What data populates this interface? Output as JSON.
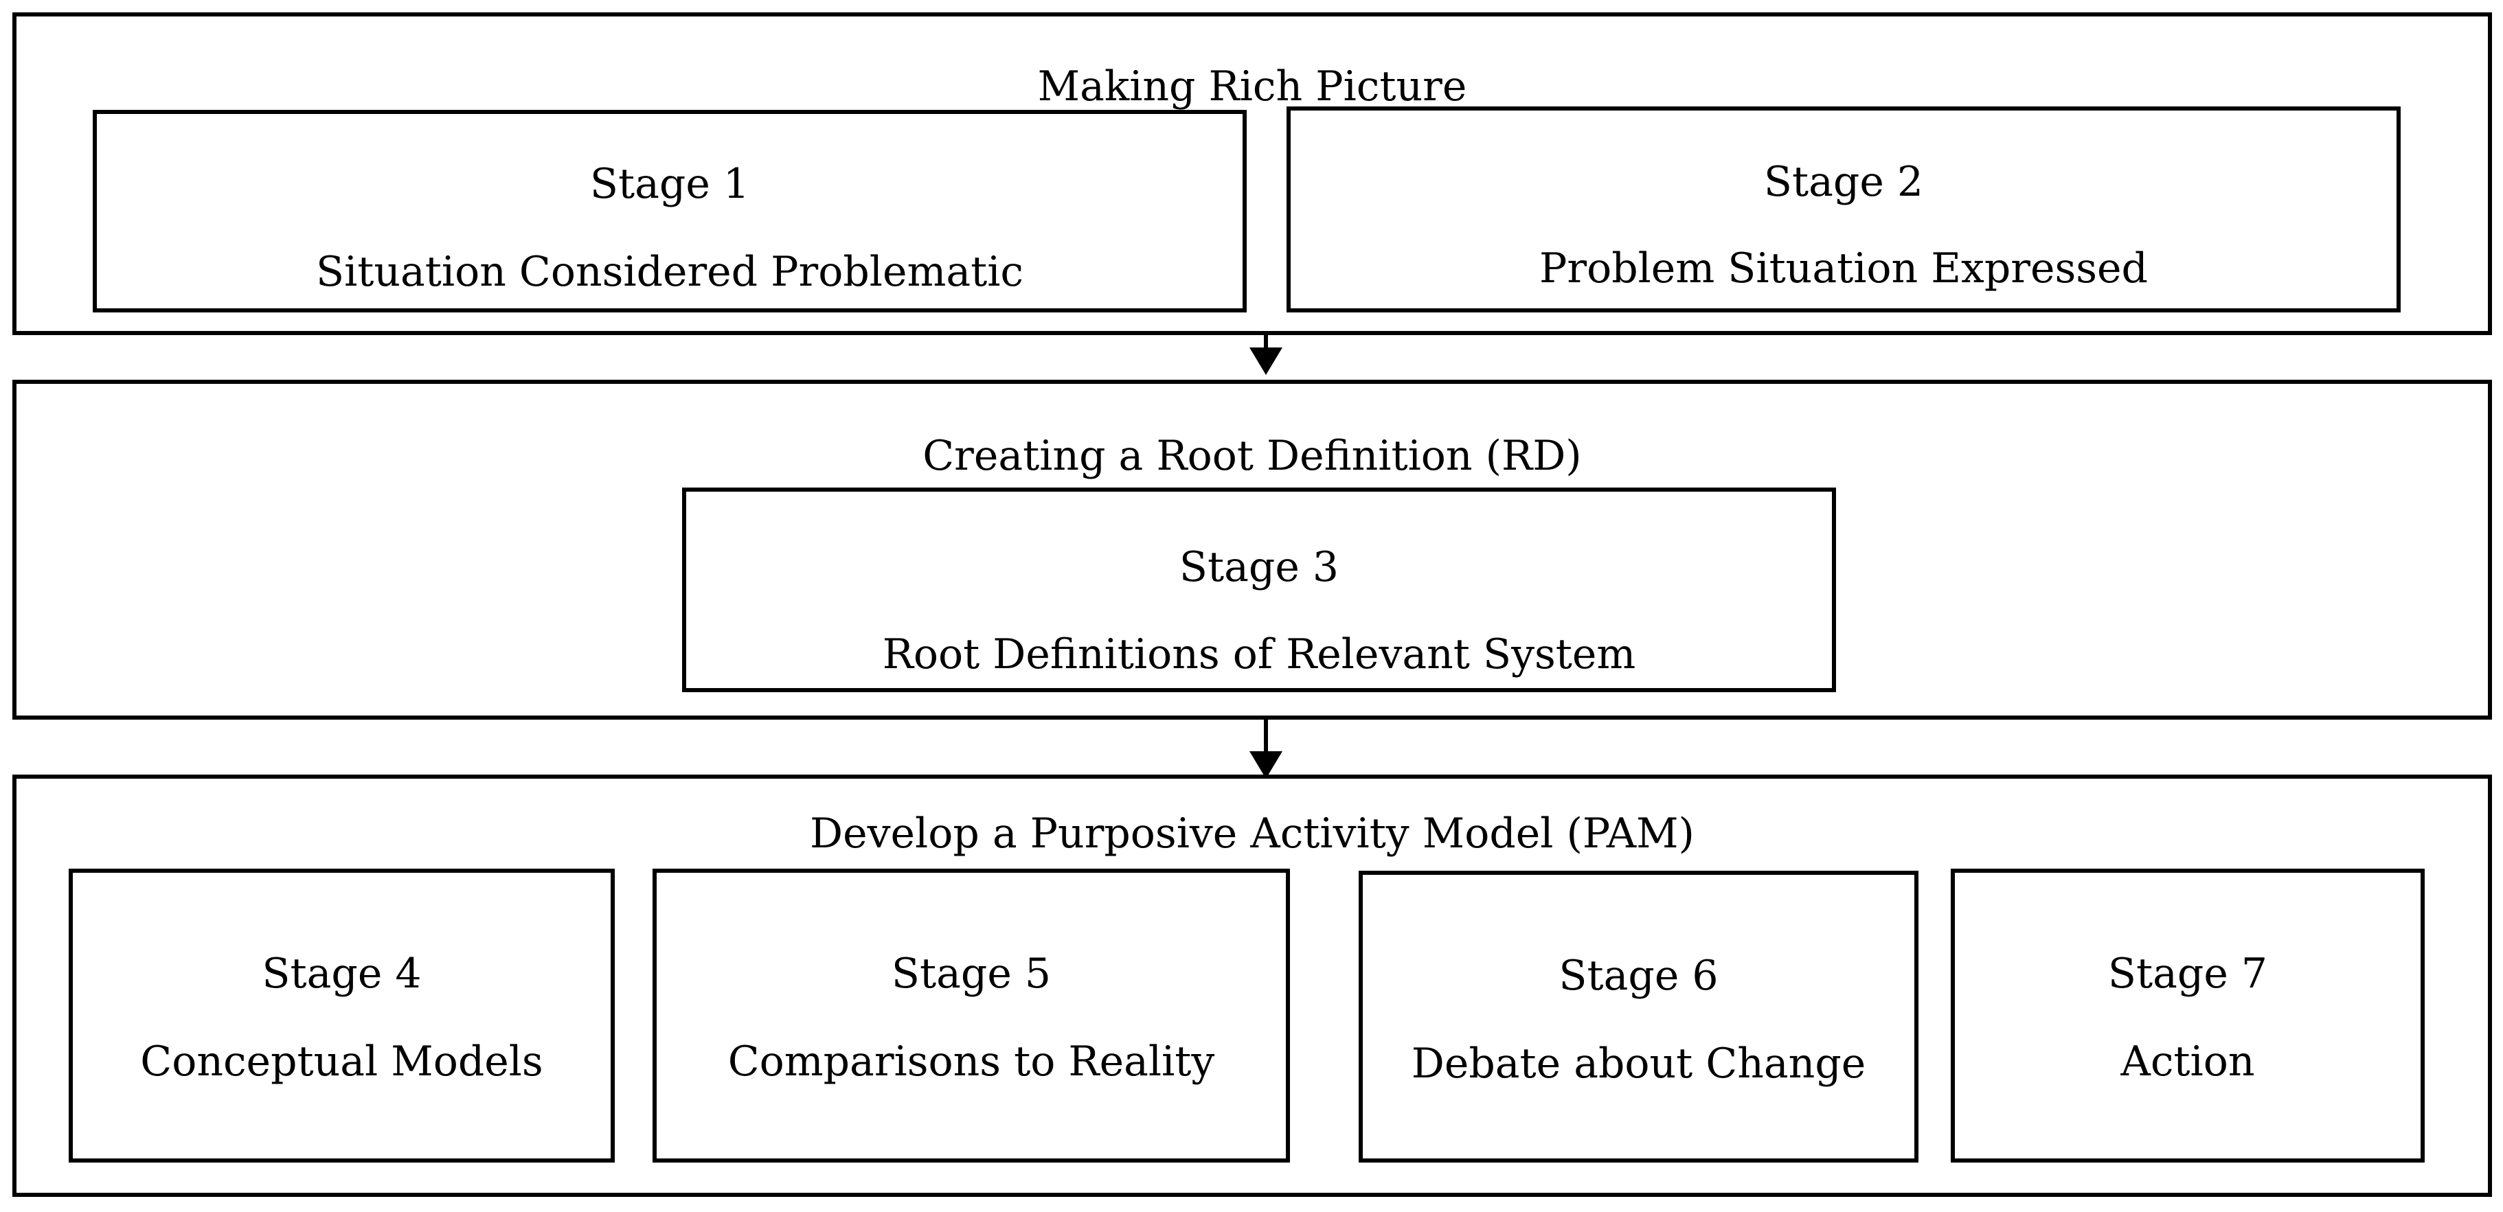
{
  "sections": [
    {
      "title": "Making Rich Picture",
      "stages": [
        {
          "number": "Stage 1",
          "description": "Situation Considered Problematic"
        },
        {
          "number": "Stage 2",
          "description": "Problem Situation Expressed"
        }
      ]
    },
    {
      "title": "Creating a Root Definition (RD)",
      "stages": [
        {
          "number": "Stage 3",
          "description": "Root Definitions of Relevant System"
        }
      ]
    },
    {
      "title": "Develop a Purposive Activity Model (PAM)",
      "stages": [
        {
          "number": "Stage 4",
          "description": "Conceptual Models"
        },
        {
          "number": "Stage 5",
          "description": "Comparisons to Reality"
        },
        {
          "number": "Stage 6",
          "description": "Debate about Change"
        },
        {
          "number": "Stage 7",
          "description": "Action"
        }
      ]
    }
  ]
}
